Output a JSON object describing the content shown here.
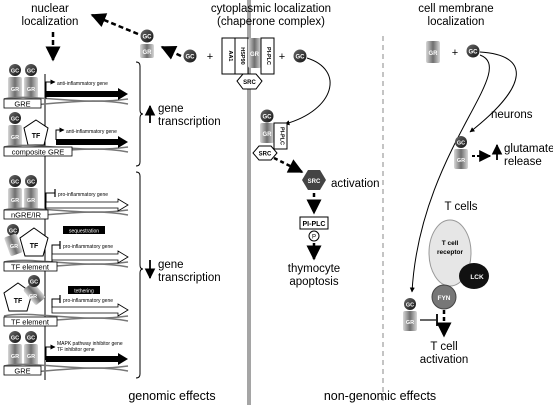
{
  "headers": {
    "nuclear": [
      "nuclear",
      "localization"
    ],
    "cytoplasmic": [
      "cytoplasmic localization",
      "(chaperone complex)"
    ],
    "membrane": [
      "cell membrane",
      "localization"
    ]
  },
  "molecules": {
    "gc": "GC",
    "gr": "GR",
    "tf": "TF",
    "src": "SRC",
    "pi_plc": "PI-PLC",
    "hsp90": "HSP90",
    "aa1": "AA1",
    "fyn": "FYN",
    "lck": "LCK",
    "p": "P",
    "tcr": [
      "T cell",
      "receptor"
    ]
  },
  "operators": {
    "plus": "+"
  },
  "genomic": {
    "genes": {
      "anti_inflammatory": "anti-inflammatory gene",
      "pro_inflammatory": "pro-inflammatory gene",
      "mapk": [
        "MAPK pathway inhibitor gene",
        "TF inhibitor gene"
      ]
    },
    "elements": {
      "gre": "GRE",
      "composite_gre": "composite GRE",
      "ngre": "nGRE/IR",
      "tf_element": "TF element"
    },
    "mechanisms": {
      "sequestration": "sequestration",
      "tethering": "tethering"
    },
    "transcription_up": [
      "gene",
      "transcription"
    ],
    "transcription_down": [
      "gene",
      "transcription"
    ],
    "footer": "genomic effects"
  },
  "cytoplasmic": {
    "activation": "activation",
    "pi_plc_label": "PI-PLC",
    "outcome": [
      "thymocyte",
      "apoptosis"
    ]
  },
  "membrane": {
    "neurons": "neurons",
    "glutamate": [
      "glutamate",
      "release"
    ],
    "t_cells": "T cells",
    "t_activation": [
      "T cell",
      "activation"
    ]
  },
  "footer_nongenomic": "non-genomic effects"
}
